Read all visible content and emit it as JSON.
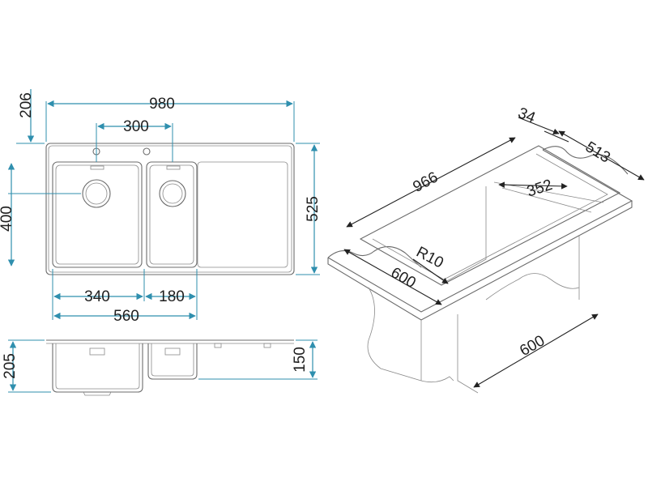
{
  "dimensions": {
    "top_view": {
      "overall_width": "980",
      "top_margin": "206",
      "tap_hole_spacing": "300",
      "depth_bowl": "400",
      "overall_depth": "525",
      "large_bowl_width": "340",
      "small_bowl_width": "180",
      "bowls_total_width": "560"
    },
    "side_view": {
      "large_bowl_depth": "205",
      "small_bowl_depth": "150"
    },
    "cabinet_view": {
      "deck_thickness": "34",
      "cutout_depth": "513",
      "cutout_width": "966",
      "inner_offset": "352",
      "corner_radius": "R10",
      "cabinet_depth_front": "600",
      "cabinet_depth_side": "600"
    }
  },
  "colors": {
    "dimension_line": "#2f8fae",
    "outline": "#6b6b6b",
    "text": "#1f1f1f"
  }
}
